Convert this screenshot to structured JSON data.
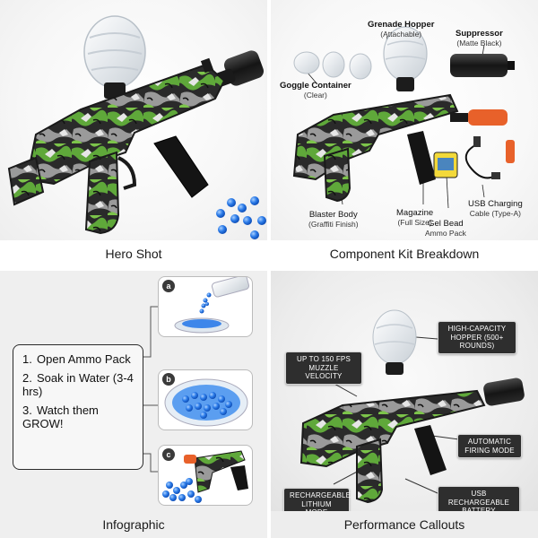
{
  "quadrants": {
    "hero": {
      "caption": "Hero Shot"
    },
    "kit": {
      "caption": "Component Kit Breakdown",
      "labels": {
        "grenade_hopper": {
          "title": "Grenade Hopper",
          "sub": "(Attachable)"
        },
        "suppressor": {
          "title": "Suppressor",
          "sub": "(Matte Black)"
        },
        "goggle_container": {
          "title": "Goggle Container",
          "sub": "(Clear)"
        },
        "blaster_body": {
          "title": "Blaster Body",
          "sub": "(Graffiti Finish)"
        },
        "magazine": {
          "title": "Magazine",
          "sub": "(Full Size)"
        },
        "usb_cable": {
          "title": "USB Charging",
          "sub": "Cable (Type-A)"
        },
        "gel_bead_pack": {
          "title": "Gel Bead",
          "sub": "Ammo Pack"
        }
      }
    },
    "infographic": {
      "caption": "Infographic",
      "steps": [
        {
          "num": "1.",
          "text": "Open Ammo Pack"
        },
        {
          "num": "2.",
          "text": "Soak in Water (3-4 hrs)"
        },
        {
          "num": "3.",
          "text": "Watch them GROW!"
        }
      ],
      "panels": [
        {
          "badge": "a"
        },
        {
          "badge": "b"
        },
        {
          "badge": "c"
        }
      ]
    },
    "callouts": {
      "caption": "Performance Callouts",
      "items": {
        "fps": "UP TO 150 FPS MUZZLE VELOCITY",
        "hopper": "HIGH-CAPACITY HOPPER (500+ ROUNDS)",
        "auto": "AUTOMATIC FIRING MODE",
        "lithium": "RECHARGEABLE LITHIUM MODE",
        "usb": "USB RECHARGEABLE BATTERY"
      }
    }
  },
  "colors": {
    "camo_green": "#5fa83a",
    "camo_black": "#1e1e1e",
    "camo_gray": "#9a9a9a",
    "gel_blue": "#1f6fe0",
    "suppressor_black": "#1a1a1a",
    "orange_tip": "#e8612a",
    "callout_bg": "#2e2e2e"
  }
}
